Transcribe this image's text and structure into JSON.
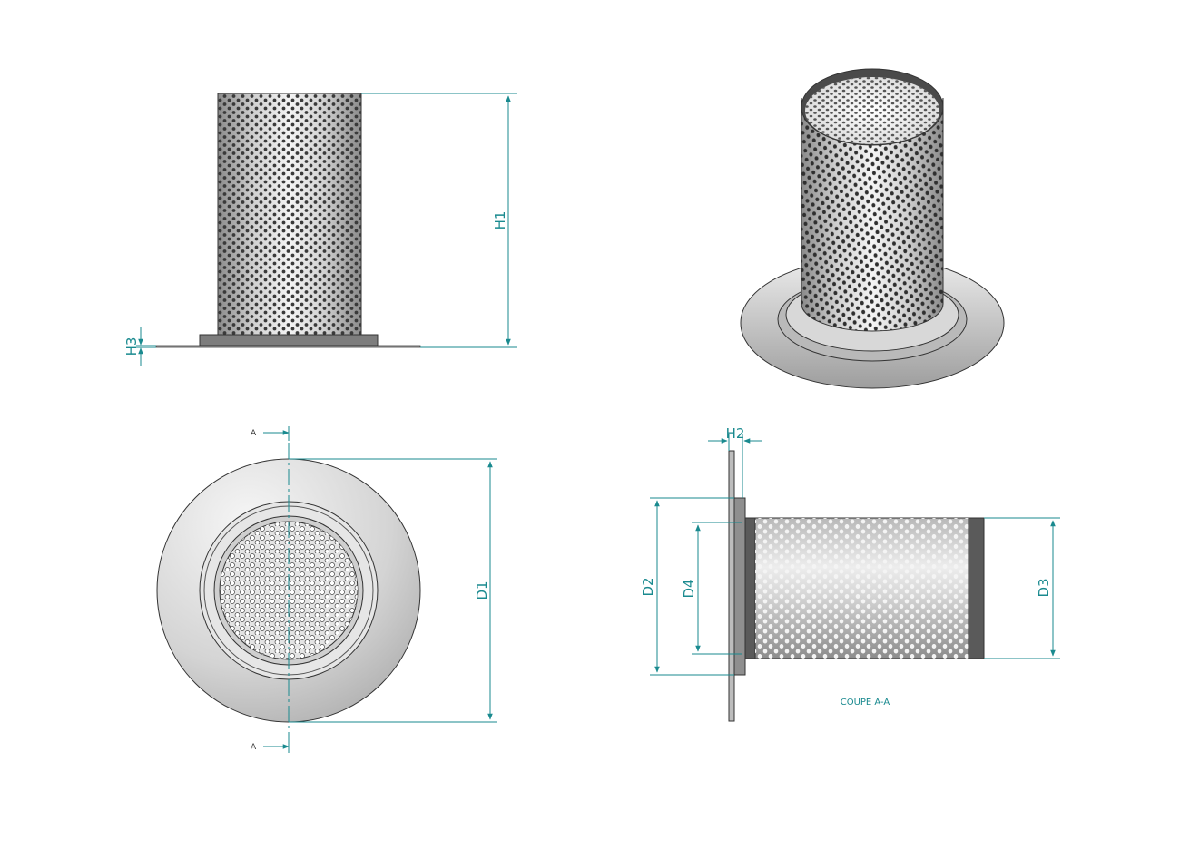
{
  "dimensions": {
    "h1": "H1",
    "h2": "H2",
    "h3": "H3",
    "d1": "D1",
    "d2": "D2",
    "d3": "D3",
    "d4": "D4"
  },
  "section": {
    "marker_top": "A",
    "marker_bottom": "A",
    "caption": "COUPE A-A"
  },
  "colors": {
    "dimension": "#1a8a8f",
    "outline": "#333333",
    "metal_light": "#f2f2f2",
    "metal_dark": "#9a9a9a",
    "holes": "#3a3a3a"
  }
}
